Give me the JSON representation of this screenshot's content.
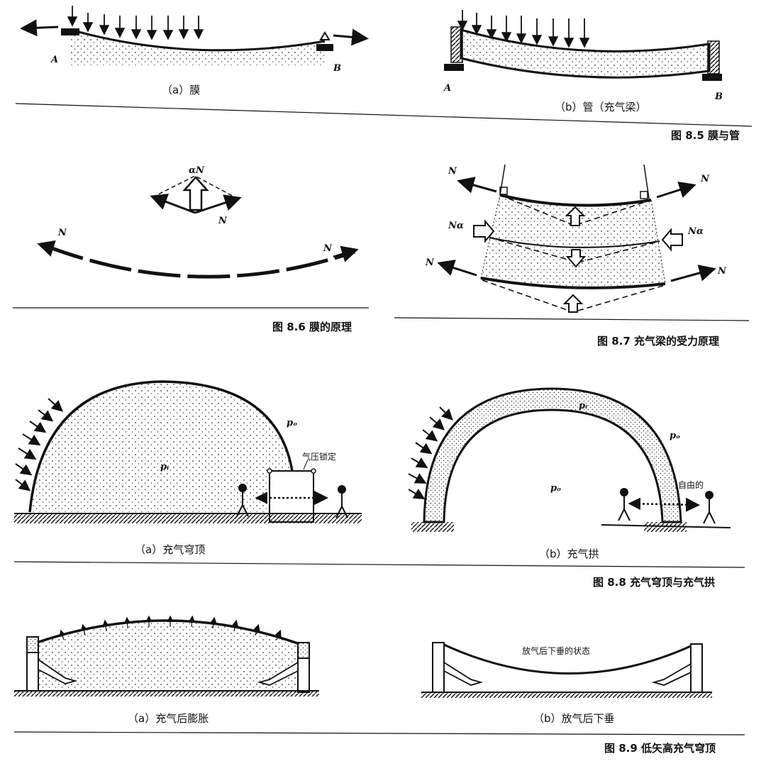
{
  "fig85": {
    "caption": "图 8.5  膜与管",
    "sub_a": "（a）膜",
    "sub_b": "（b）管（充气梁）",
    "label_a1": "A",
    "label_b1": "B",
    "label_a2": "A",
    "label_b2": "B"
  },
  "fig86": {
    "caption": "图 8.6  膜的原理",
    "alpha_n": "αN",
    "n_vec": "N",
    "n_left": "N",
    "n_right": "N"
  },
  "fig87": {
    "caption": "图 8.7  充气梁的受力原理",
    "n_tl": "N",
    "n_tr": "N",
    "na_l": "Nα",
    "na_r": "Nα",
    "n_bl": "N",
    "n_br": "N"
  },
  "fig88": {
    "caption": "图 8.8  充气穹顶与充气拱",
    "sub_a": "（a）充气穹顶",
    "sub_b": "（b）充气拱",
    "lock": "气压锁定",
    "free": "自由的",
    "pi_a": "pᵢ",
    "po_a": "pₒ",
    "pi_b": "pᵢ",
    "po_b1": "pₒ",
    "po_b2": "pₒ"
  },
  "fig89": {
    "caption": "图 8.9  低矢高充气穹顶",
    "sub_a": "（a）充气后膨胀",
    "sub_b": "（b）放气后下垂",
    "sag": "放气后下垂的状态"
  }
}
